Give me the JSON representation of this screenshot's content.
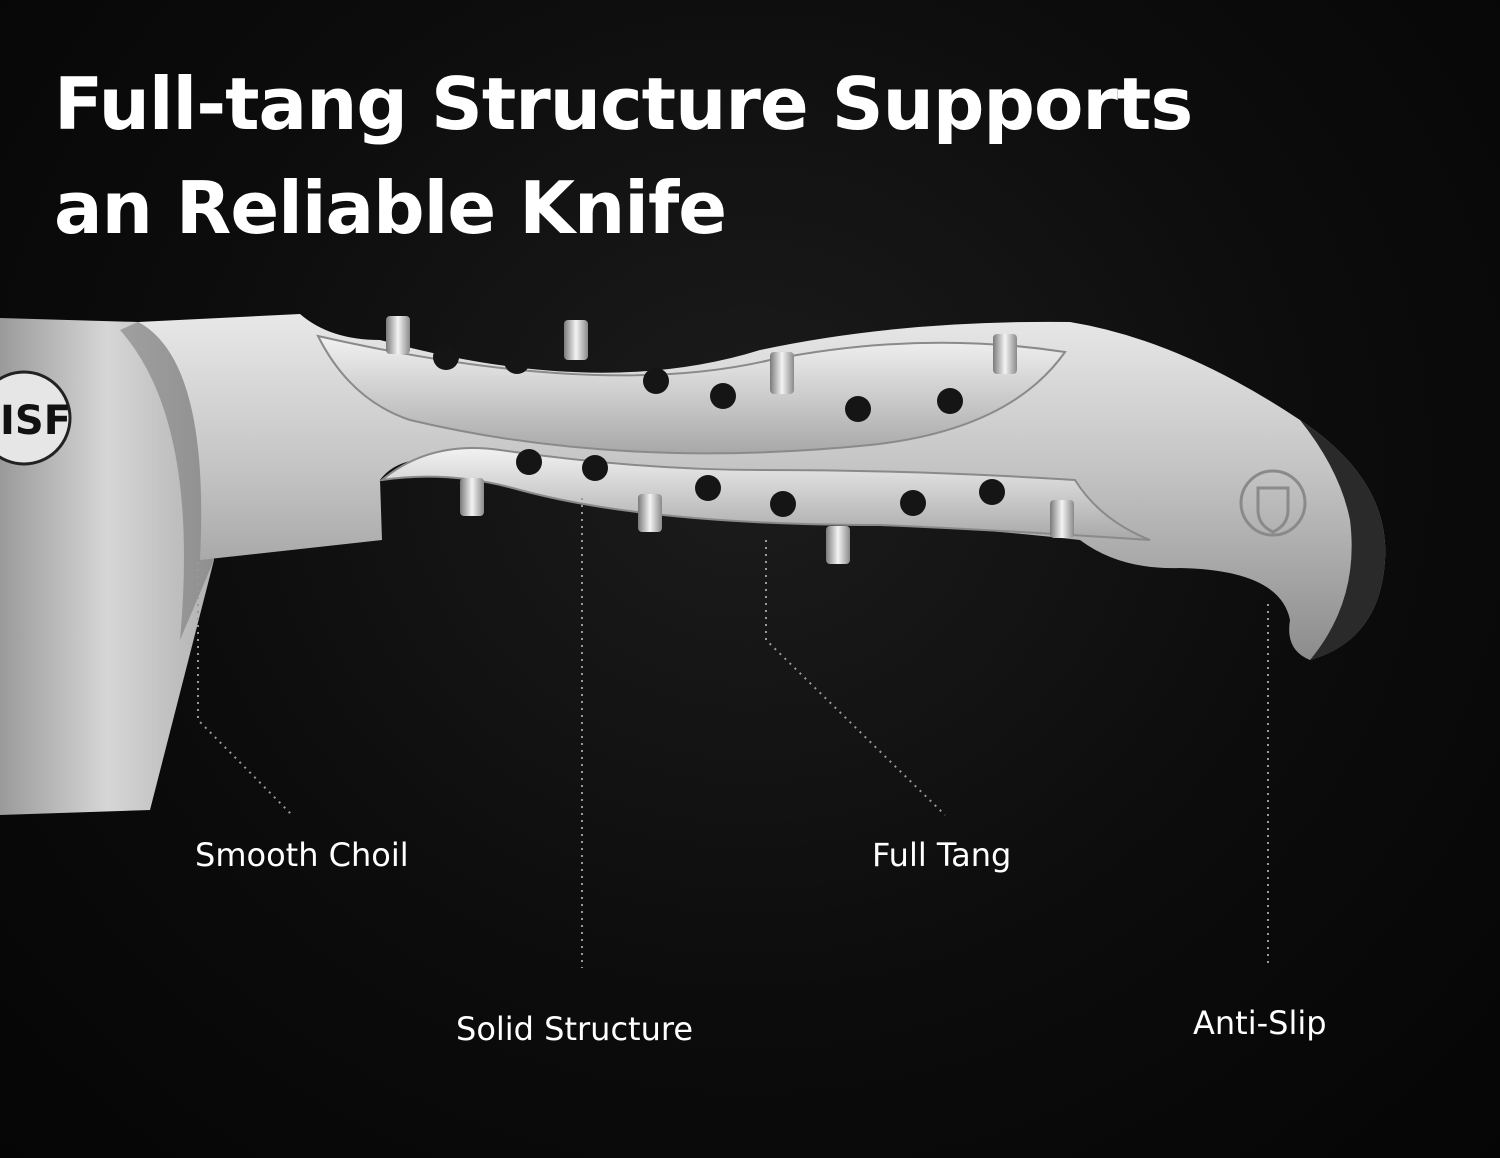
{
  "headline": {
    "line1": "Full-tang Structure Supports",
    "line2": "an Reliable Knife"
  },
  "logo": {
    "text": "ISF"
  },
  "callouts": {
    "smooth_choil": "Smooth Choil",
    "solid_structure": "Solid Structure",
    "full_tang": "Full Tang",
    "anti_slip": "Anti-Slip"
  },
  "colors": {
    "background": "#0c0c0c",
    "text": "#ffffff",
    "steel": "#c8c8c8"
  }
}
